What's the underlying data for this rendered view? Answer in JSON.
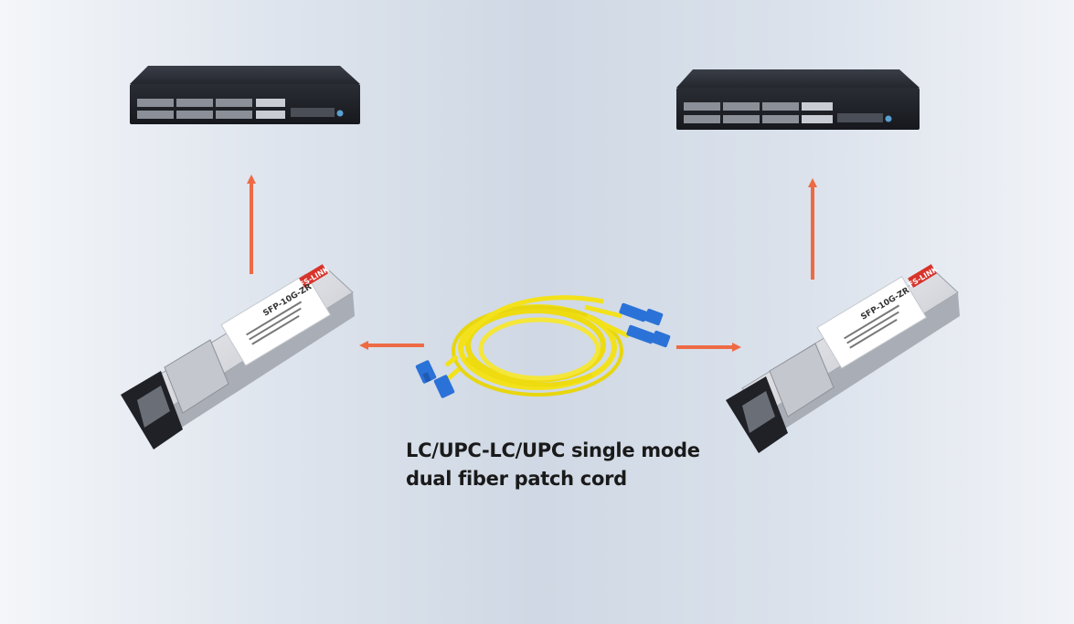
{
  "caption": {
    "line1": "LC/UPC-LC/UPC single mode",
    "line2": "dual fiber patch cord"
  },
  "modules": {
    "brand": "FS-LINK",
    "model": "SFP-10G-ZR"
  },
  "colors": {
    "arrow": "#ee6a45",
    "fiber": "#f3e21b",
    "connector": "#2b72d8",
    "switch_body": "#2c2f36"
  },
  "icons": [
    "network-switch-icon",
    "sfp-module-icon",
    "fiber-patch-cord-icon",
    "arrow-icon"
  ]
}
